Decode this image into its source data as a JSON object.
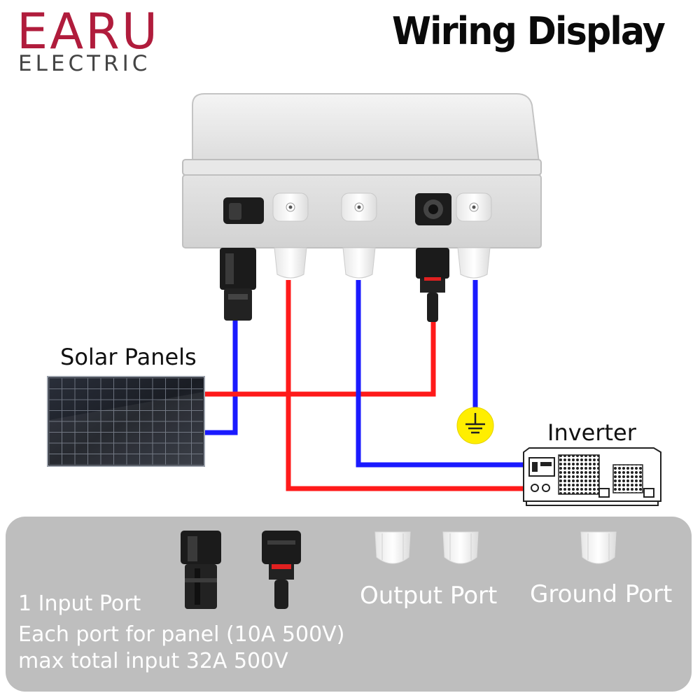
{
  "brand": {
    "name": "EARU",
    "subtitle": "ELECTRIC",
    "color": "#b01c3c"
  },
  "title": "Wiring Display",
  "labels": {
    "solar_panels": "Solar Panels",
    "inverter": "Inverter"
  },
  "ports": {
    "input_title": "1 Input Port",
    "input_rating": "Each port for panel (10A 500V)",
    "input_max": "max total input 32A 500V",
    "output": "Output Port",
    "ground": "Ground Port"
  },
  "wire_colors": {
    "positive": "#ff1a1a",
    "negative": "#1a1aff",
    "ground_symbol": "#ffee00"
  },
  "icons": [
    "ground-symbol-icon",
    "mc4-male-connector-icon",
    "mc4-female-connector-icon",
    "cable-gland-icon"
  ]
}
